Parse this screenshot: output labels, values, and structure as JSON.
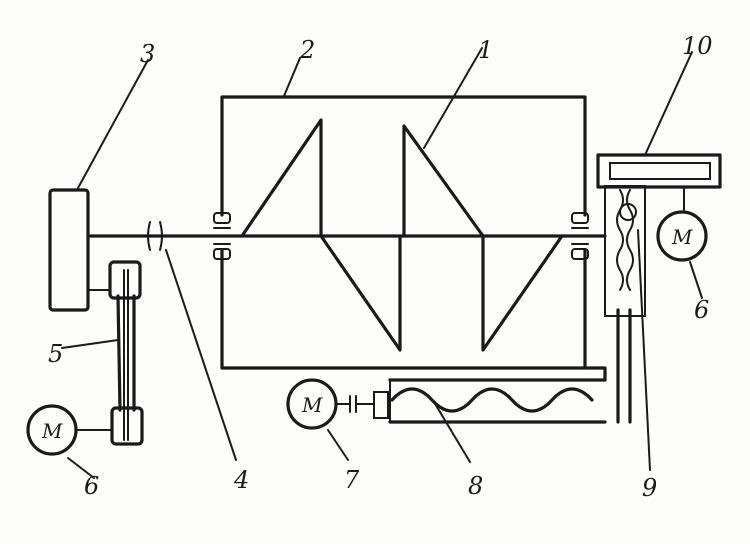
{
  "labels": {
    "l1": "1",
    "l2": "2",
    "l3": "3",
    "l4": "4",
    "l5": "5",
    "l6": "6",
    "l7": "7",
    "l8": "8",
    "l9": "9",
    "l10": "10"
  },
  "motors": {
    "left": "M",
    "bottom": "M",
    "right": "M"
  }
}
